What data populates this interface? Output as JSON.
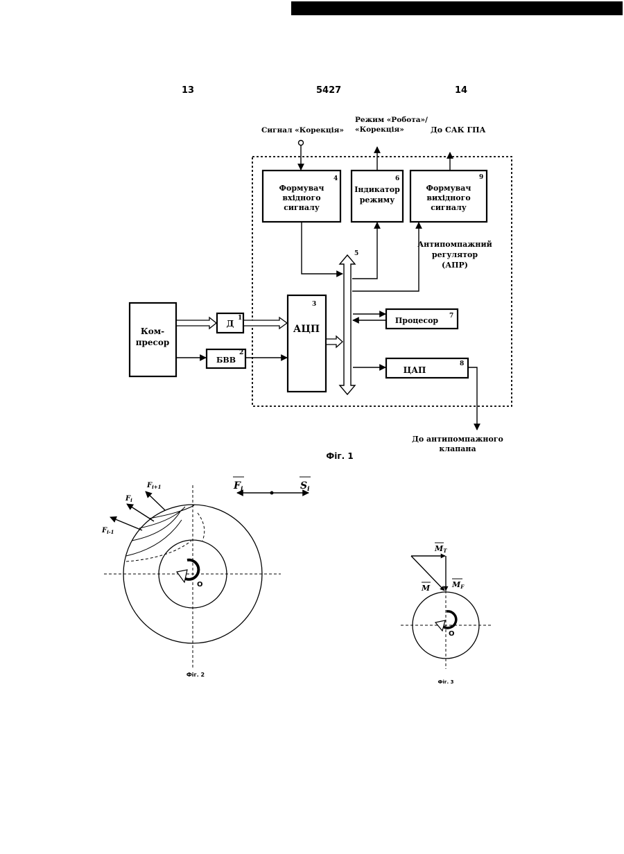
{
  "header": {
    "left_page": "13",
    "doc_number": "5427",
    "right_page": "14"
  },
  "fig1": {
    "signal_correction": "Сигнал «Корекція»",
    "mode_label_1": "Режим «Робота»/",
    "mode_label_2": "«Корекція»",
    "to_sak": "До САК ГПА",
    "block4_l1": "Формувач",
    "block4_l2": "вхідного",
    "block4_l3": "сигналу",
    "block4_num": "4",
    "block6_l1": "Індикатор",
    "block6_l2": "режиму",
    "block6_num": "6",
    "block9_l1": "Формувач",
    "block9_l2": "вихідного",
    "block9_l3": "сигналу",
    "block9_num": "9",
    "apr_l1": "Антипомпажний",
    "apr_l2": "регулятор",
    "apr_l3": "(АПР)",
    "bus_num": "5",
    "compressor_l1": "Ком-",
    "compressor_l2": "пресор",
    "block1_label": "Д",
    "block1_num": "1",
    "block2_label": "БВВ",
    "block2_num": "2",
    "block3_label": "АЦП",
    "block3_num": "3",
    "block7_label": "Процесор",
    "block7_num": "7",
    "block8_label": "ЦАП",
    "block8_num": "8",
    "to_valve_l1": "До антипомпажного",
    "to_valve_l2": "клапана",
    "caption": "Фіг. 1"
  },
  "fig2": {
    "f_next": "F",
    "f_next_sub": "i+1",
    "f_i": "F",
    "f_i_sub": "i",
    "f_prev": "F",
    "f_prev_sub": "i-1",
    "vec_f": "F",
    "vec_f_sub": "i",
    "vec_s": "S",
    "vec_s_sub": "i",
    "center": "O",
    "caption": "Фіг. 2"
  },
  "fig3": {
    "mt": "M",
    "mt_sub": "T",
    "m": "M",
    "mf": "M",
    "mf_sub": "F",
    "center": "O",
    "caption": "Фіг. 3"
  }
}
